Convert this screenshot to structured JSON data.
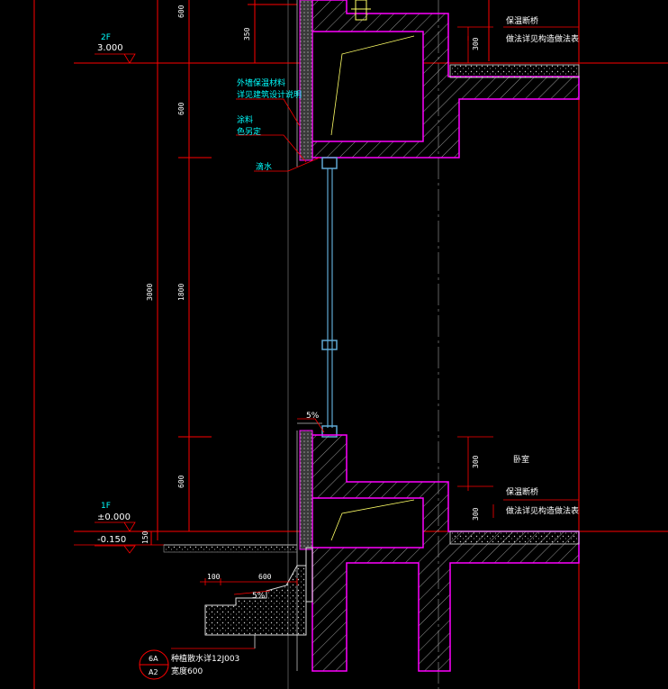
{
  "colors": {
    "background": "#000000",
    "grid_red": "#ff0000",
    "wall_magenta": "#ff00ff",
    "hatch_white": "#cccccc",
    "text_cyan": "#00ffff",
    "text_white": "#ffffff",
    "window_blue": "#5fa8d3",
    "insulation_gray": "#9a9a9a",
    "leader_yellow": "#ffff66"
  },
  "levels": {
    "floor2_name": "2F",
    "floor2_elev": "3.000",
    "floor1_name": "1F",
    "floor1_elev": "±0.000",
    "ground_elev": "-0.150"
  },
  "left_dims": {
    "d600_top": "600",
    "d600_mid": "600",
    "d3000": "3000",
    "d1800": "1800",
    "d600_bot": "600",
    "d350": "350",
    "d150": "150"
  },
  "right_dims": {
    "d300_top": "300",
    "d300_bot_a": "300",
    "d300_bot_b": "300"
  },
  "annotations": {
    "exterior_insulation_l1": "外墙保温材料",
    "exterior_insulation_l2": "详见建筑设计说明",
    "coating_l1": "涂料",
    "coating_l2": "色另定",
    "drip": "滴水",
    "thermal_break_top_l1": "保温断桥",
    "thermal_break_top_l2": "做法详见构造做法表",
    "room": "卧室",
    "thermal_break_bot_l1": "保温断桥",
    "thermal_break_bot_l2": "做法详见构造做法表",
    "slope_window": "5%",
    "apron_d100": "100",
    "apron_d600": "600",
    "apron_slope": "5%",
    "apron_note_l1": "种植散水详12J003",
    "apron_note_l2": "宽度600",
    "ref_top": "6A",
    "ref_bottom": "A2"
  }
}
